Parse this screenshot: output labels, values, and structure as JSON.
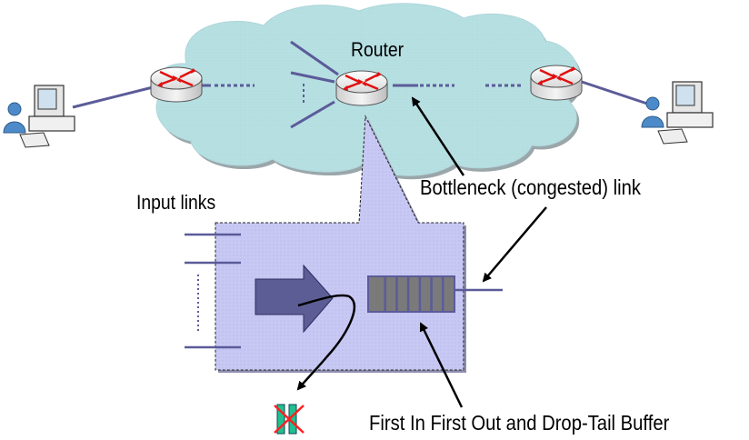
{
  "diagram": {
    "title": "Router bottleneck with FIFO drop-tail buffer",
    "labels": {
      "router": "Router",
      "input_links": "Input links",
      "bottleneck": "Bottleneck (congested) link",
      "buffer": "First In First Out and Drop-Tail Buffer"
    },
    "nodes": [
      {
        "id": "host-left",
        "kind": "user-computer"
      },
      {
        "id": "router-left",
        "kind": "router"
      },
      {
        "id": "router-center",
        "kind": "router",
        "label": "Router"
      },
      {
        "id": "router-right",
        "kind": "router"
      },
      {
        "id": "host-right",
        "kind": "user-computer"
      }
    ],
    "buffer": {
      "slots": 7,
      "policy": "FIFO / Drop-Tail"
    },
    "input_link_count_shown": 3,
    "dropped_packet": {
      "marked": "x"
    },
    "colors": {
      "cloud": "#b7e0e3",
      "zoom_panel": "#c8c8f4",
      "link": "#5b5b99",
      "arrow_fill": "#5d5d96",
      "buffer_fill": "#7a7a7a",
      "router_arrow": "#e01010",
      "drop_packet": "#20c090",
      "drop_cross": "#ff2020"
    }
  }
}
